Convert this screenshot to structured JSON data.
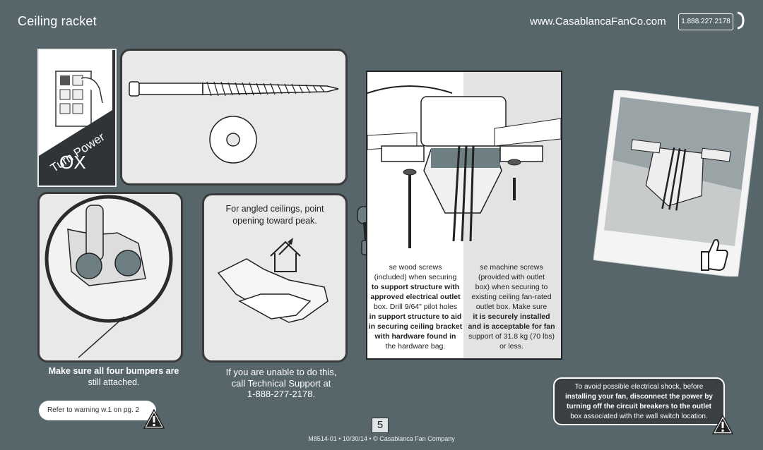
{
  "header": {
    "title": "Ceiling racket",
    "website": "www.CasablancaFanCo.com",
    "phone": "1.888.227.2178"
  },
  "turn_power": {
    "label": "Turn Power",
    "state": "OX"
  },
  "bumpers": {
    "caption_bold": "Make sure all four bumpers are",
    "caption_rest": "still attached."
  },
  "bracket": {
    "caption": "For angled ceilings, point opening toward peak."
  },
  "support": {
    "line1": "If you are unable to do this,",
    "line2": "call Technical Support at",
    "line3": "1-888-277-2178."
  },
  "warning_ref": "Refer to warning w.1 on pg. 2",
  "wood_column": {
    "l1": "se wood screws",
    "l2": "(included) when securing",
    "l3": "to support structure with",
    "l4": "approved electrical outlet",
    "l5": "box. Drill 9/64\" pilot holes",
    "l6": "in support structure to aid",
    "l7": "in securing ceiling bracket",
    "l8": "with hardware found in",
    "l9": "the      hardware bag."
  },
  "machine_column": {
    "l1": "se machine screws",
    "l2": "(provided with outlet",
    "l3": "box) when securing to",
    "l4": "existing ceiling fan-rated",
    "l5": "outlet box. Make sure",
    "l6": "it is securely installed",
    "l7": "and is acceptable for fan",
    "l8": "support of 31.8 kg (70 lbs)",
    "l9": "or less."
  },
  "shock_warning": {
    "l1": "To avoid possible electrical shock, before",
    "l2": "installing your fan, disconnect the power by",
    "l3": "turning off the circuit breakers to the outlet",
    "l4": "box associated with the wall switch location."
  },
  "page_number": "5",
  "footer": "M8514-01 • 10/30/14 • © Casablanca Fan Company",
  "colors": {
    "background": "#56666b",
    "panel": "#e9e9e9",
    "dark": "#3a3f41"
  }
}
